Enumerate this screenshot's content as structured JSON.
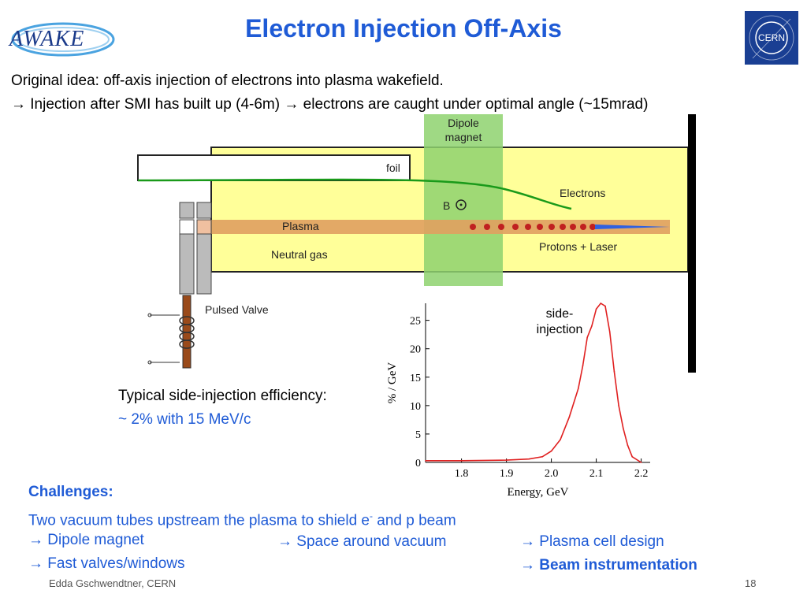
{
  "header": {
    "logo_text": "AWAKE",
    "title": "Electron Injection Off-Axis",
    "cern_text": "CERN"
  },
  "intro": {
    "line1": "Original idea: off-axis injection of electrons into plasma wakefield.",
    "line2": "Injection after SMI has built up (4-6m)",
    "line2b": "electrons are caught under optimal angle (~15mrad)"
  },
  "diagram": {
    "dipole_label": "Dipole magnet",
    "foil_label": "foil",
    "electrons_label": "Electrons",
    "b_label": "B",
    "plasma_label": "Plasma",
    "neutral_gas_label": "Neutral gas",
    "protons_label": "Protons + Laser",
    "valve_label": "Pulsed Valve"
  },
  "efficiency": {
    "line1": "Typical side-injection efficiency:",
    "line2": "~ 2% with 15 MeV/c"
  },
  "chart_data": {
    "type": "line",
    "annotation": "side-injection",
    "xlabel": "Energy, GeV",
    "ylabel": "% / GeV",
    "xlim": [
      1.72,
      2.22
    ],
    "ylim": [
      0,
      28
    ],
    "xticks": [
      "1.8",
      "1.9",
      "2.0",
      "2.1",
      "2.2"
    ],
    "yticks": [
      "0",
      "5",
      "10",
      "15",
      "20",
      "25"
    ],
    "x": [
      1.72,
      1.8,
      1.9,
      1.95,
      1.98,
      2.0,
      2.02,
      2.04,
      2.05,
      2.06,
      2.07,
      2.08,
      2.09,
      2.1,
      2.11,
      2.12,
      2.13,
      2.14,
      2.15,
      2.16,
      2.17,
      2.18,
      2.2
    ],
    "values": [
      0.3,
      0.3,
      0.4,
      0.6,
      1.0,
      2.0,
      4.0,
      8.0,
      10.5,
      13.0,
      17.0,
      22.0,
      24.0,
      27.0,
      28.0,
      27.5,
      23.0,
      16.0,
      10.0,
      6.0,
      3.0,
      1.0,
      0.0
    ],
    "color": "#e02020"
  },
  "challenges": {
    "heading": "Challenges:",
    "line1_pre": "Two vacuum tubes upstream the plasma to shield e",
    "line1_sup": "-",
    "line1_post": " and p beam",
    "item1": "Dipole magnet",
    "item2": "Fast valves/windows",
    "item3": "Space around vacuum",
    "item4": "Plasma cell design",
    "item5": "Beam instrumentation"
  },
  "footer": {
    "author": "Edda Gschwendtner, CERN",
    "page": "18"
  },
  "colors": {
    "title_blue": "#1f5bd6",
    "gas_yellow": "#ffff99",
    "dipole_green": "#8ed26f",
    "plasma_orange": "#e0a060"
  }
}
